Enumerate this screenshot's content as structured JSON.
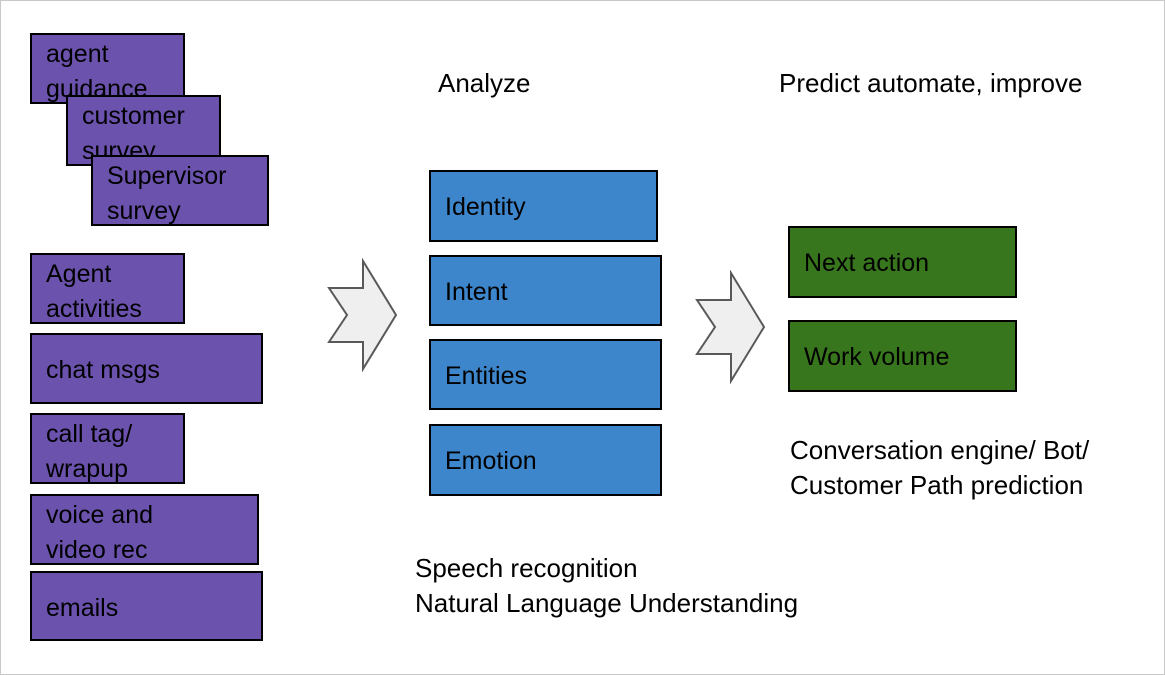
{
  "colors": {
    "source_box": "#6a52ad",
    "analysis_box": "#3d86cb",
    "prediction_box": "#38761d",
    "arrow_fill": "#efefef",
    "arrow_stroke": "#595959"
  },
  "headings": {
    "analyze": "Analyze",
    "predict": "Predict automate, improve"
  },
  "sources": {
    "agent_guidance": "agent\nguidance",
    "customer_survey": "customer\nsurvey",
    "supervisor_survey": "Supervisor\nsurvey",
    "agent_activities": "Agent\nactivities",
    "chat_msgs": "chat msgs",
    "call_tag": "call tag/\nwrapup",
    "voice_video": "voice and\nvideo rec",
    "emails": "emails"
  },
  "analysis": {
    "identity": "Identity",
    "intent": "Intent",
    "entities": "Entities",
    "emotion": "Emotion"
  },
  "predictions": {
    "next_action": "Next action",
    "work_volume": "Work volume"
  },
  "captions": {
    "speech": "Speech recognition\nNatural Language Understanding",
    "engine": "Conversation engine/ Bot/\nCustomer Path prediction"
  },
  "icons": {
    "arrow1": "chevron-arrow-right",
    "arrow2": "chevron-arrow-right"
  }
}
